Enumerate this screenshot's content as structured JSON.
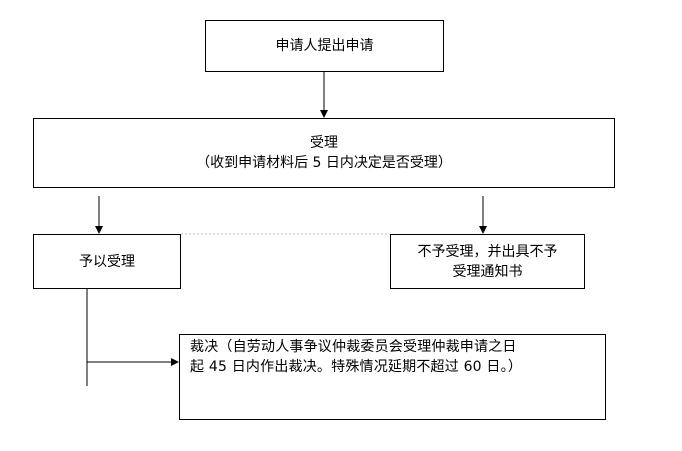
{
  "nodes": {
    "apply": {
      "label": "申请人提出申请"
    },
    "accept": {
      "title": "受理",
      "detail": "（收到申请材料后 5 日内决定是否受理）"
    },
    "accepted": {
      "label": "予以受理"
    },
    "rejected": {
      "line1": "不予受理，并出具不予",
      "line2": "受理通知书"
    },
    "ruling": {
      "line1": "裁决（自劳动人事争议仲裁委员会受理仲裁申请之日",
      "line2": "起 45 日内作出裁决。特殊情况延期不超过 60 日。）"
    }
  }
}
